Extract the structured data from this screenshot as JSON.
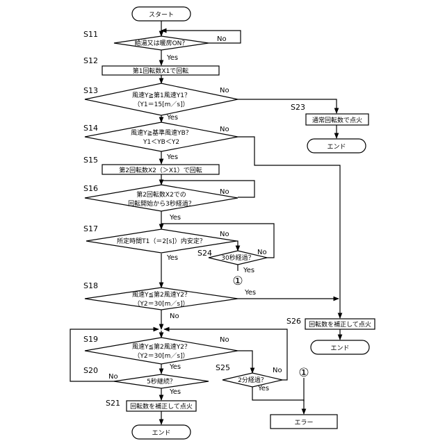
{
  "terminals": {
    "start": "スタート",
    "end_a": "エンド",
    "end_b": "エンド",
    "end_c": "エンド"
  },
  "steps": {
    "s11": "S11",
    "s12": "S12",
    "s13": "S13",
    "s14": "S14",
    "s15": "S15",
    "s16": "S16",
    "s17": "S17",
    "s18": "S18",
    "s19": "S19",
    "s20": "S20",
    "s21": "S21",
    "s23": "S23",
    "s24": "S24",
    "s25": "S25",
    "s26": "S26"
  },
  "boxes": {
    "s11": "給湯又は暖房ON？",
    "s12": "第1回転数X1で回転",
    "s13_l1": "風速Y≧第1風速Y1？",
    "s13_l2": "（Y1＝15[m／s]）",
    "s14_l1": "風速Y≧基準風速YB？",
    "s14_l2": "Y1＜YB＜Y2",
    "s15": "第2回転数X2（＞X1）で回転",
    "s16_l1": "第2回転数X2での",
    "s16_l2": "回転開始から3秒経過？",
    "s17": "所定時間T1（＝2[s]）内安定？",
    "s24": "30秒経過？",
    "s18_l1": "風速Y≦第2風速Y2？",
    "s18_l2": "（Y2＝30[m／s]）",
    "s19_l1": "風速Y≦第2風速Y2？",
    "s19_l2": "（Y2＝30[m／s]）",
    "s20": "5秒継続？",
    "s21": "回転数を補正して点火",
    "s23": "通常回転数で点火",
    "s25": "2分経過？",
    "s26": "回転数を補正して点火",
    "error": "エラー"
  },
  "connector": "①",
  "labels": {
    "yes": "Yes",
    "no": "No"
  }
}
